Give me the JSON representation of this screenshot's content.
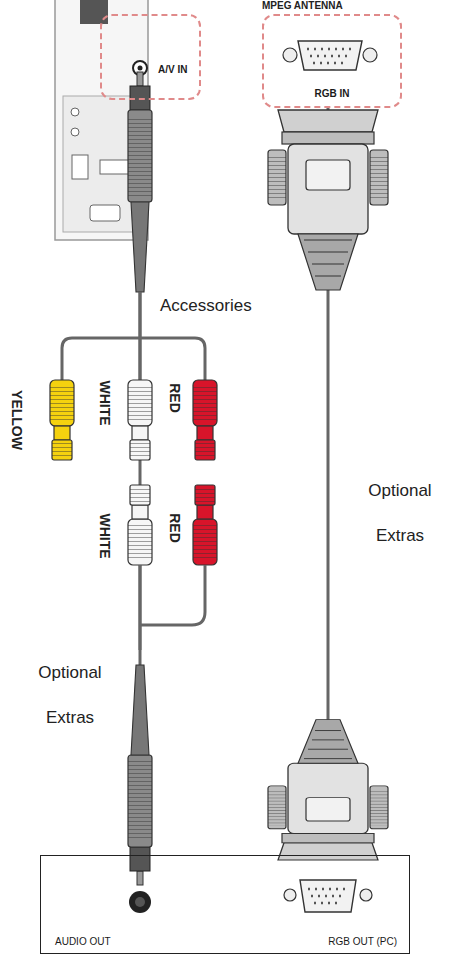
{
  "diagram": {
    "nodes": [
      {
        "text": [
          "A/V IN"
        ]
      },
      {
        "text": [
          "RGB IN"
        ]
      },
      {
        "text": [
          "AUDIO OUT",
          "RGB OUT (PC)"
        ]
      }
    ],
    "edges": [
      {
        "from": 0,
        "to": 2,
        "arrow": "none"
      },
      {
        "from": 1,
        "to": 2,
        "arrow": "none"
      }
    ],
    "labels": [
      "MPEG ANTENNA",
      "Accessories",
      "YELLOW",
      "WHITE",
      "RED",
      "WHITE",
      "RED",
      "Optional Extras",
      "Optional Extras"
    ]
  }
}
